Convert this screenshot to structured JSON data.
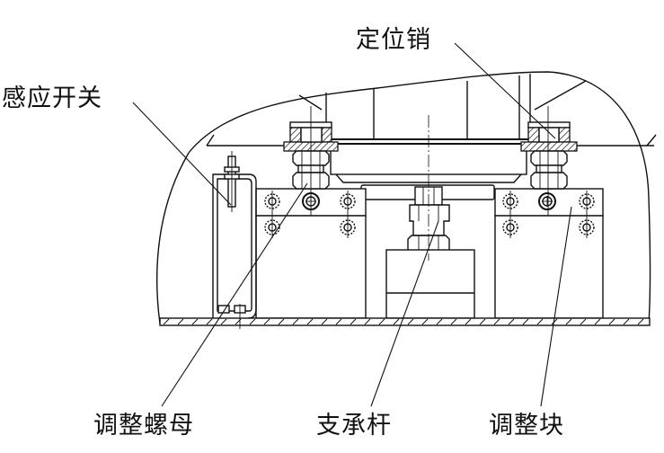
{
  "diagram": {
    "type": "mechanical-cross-section",
    "labels": {
      "sensor_switch": "感应开关",
      "locating_pin": "定位销",
      "adjusting_nut": "调整螺母",
      "support_rod": "支承杆",
      "adjusting_block": "调整块"
    }
  },
  "colors": {
    "line": "#111111",
    "background": "#ffffff"
  }
}
